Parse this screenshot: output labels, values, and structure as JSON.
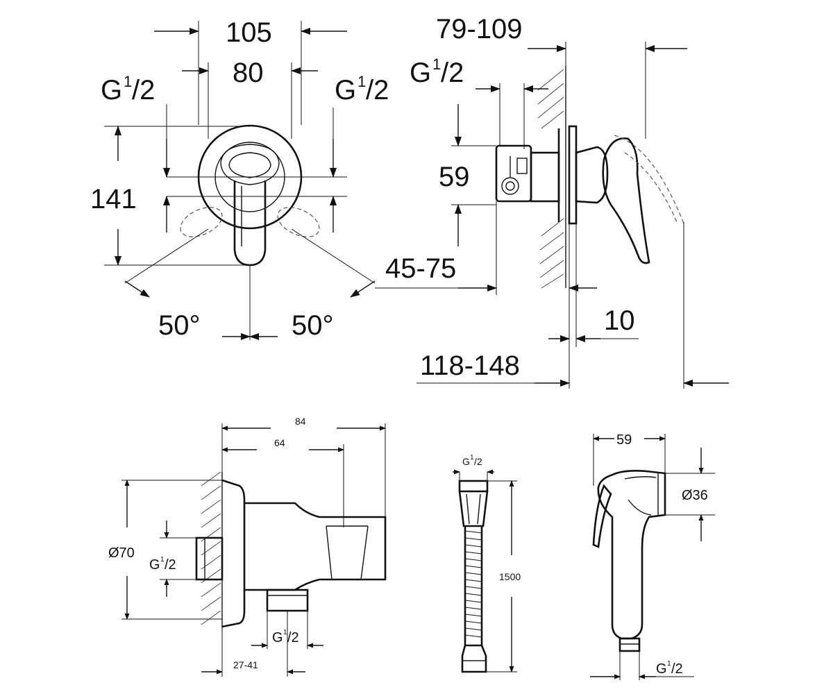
{
  "mixer_front": {
    "width_outer": "105",
    "width_inner": "80",
    "height": "141",
    "thread_left": {
      "main": "G",
      "sup": "1",
      "sub": "/2"
    },
    "thread_right": {
      "main": "G",
      "sup": "1",
      "sub": "/2"
    },
    "angle_left": "50°",
    "angle_right": "50°"
  },
  "mixer_side": {
    "depth_top": "79-109",
    "thread": {
      "main": "G",
      "sup": "1",
      "sub": "/2"
    },
    "height": "59",
    "depth_mid": "45-75",
    "plate": "10",
    "depth_total": "118-148"
  },
  "wall_outlet": {
    "length_total": "84",
    "length_inner": "64",
    "diameter": "Ø70",
    "thread_side": {
      "main": "G",
      "sup": "1",
      "sub": "/2"
    },
    "thread_bottom": {
      "main": "G",
      "sup": "1",
      "sub": "/2"
    },
    "offset": "27-41"
  },
  "hose": {
    "thread": {
      "main": "G",
      "sup": "1",
      "sub": "/2"
    },
    "length": "1500"
  },
  "handshower": {
    "length": "59",
    "diameter": "Ø36",
    "thread": {
      "main": "G",
      "sup": "1",
      "sub": "/2"
    }
  }
}
